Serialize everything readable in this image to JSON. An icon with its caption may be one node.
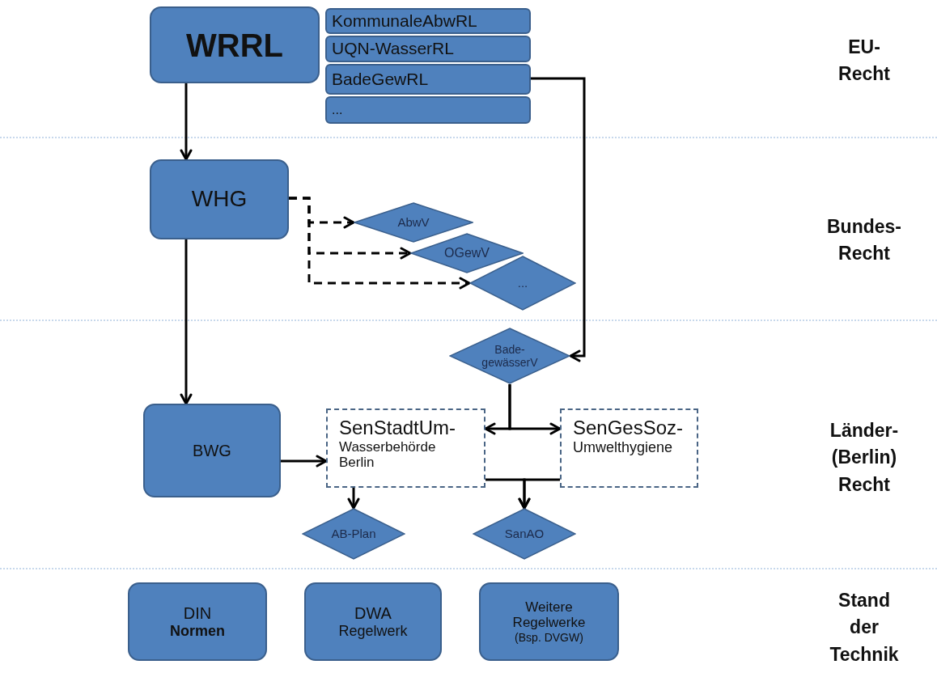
{
  "diagram": {
    "nodes": [
      {
        "text": [
          "WRRL"
        ]
      },
      {
        "text": [
          "KommunaleAbwRL"
        ]
      },
      {
        "text": [
          "UQN-WasserRL"
        ]
      },
      {
        "text": [
          "BadeGewRL"
        ]
      },
      {
        "text": [
          "..."
        ]
      },
      {
        "text": [
          "WHG"
        ]
      },
      {
        "text": [
          "AbwV"
        ]
      },
      {
        "text": [
          "OGewV"
        ]
      },
      {
        "text": [
          "..."
        ]
      },
      {
        "text": [
          "Bade- gewässerV"
        ]
      },
      {
        "text": [
          "BWG"
        ]
      },
      {
        "text": [
          "SenStadtUm-",
          "Wasserbehörde Berlin"
        ]
      },
      {
        "text": [
          "SenGesSoz-",
          "Umwelthygiene"
        ]
      },
      {
        "text": [
          "AB-Plan"
        ]
      },
      {
        "text": [
          "SanAO"
        ]
      },
      {
        "text": [
          "DIN",
          "Normen"
        ]
      },
      {
        "text": [
          "DWA",
          "Regelwerk"
        ]
      },
      {
        "text": [
          "Weitere Regelwerke",
          "(Bsp. DVGW)"
        ]
      }
    ],
    "edges": [
      {
        "from": 0,
        "to": 5,
        "arrow": "to"
      },
      {
        "from": 5,
        "to": 10,
        "arrow": "to"
      },
      {
        "from": 3,
        "to": 9,
        "arrow": "to"
      },
      {
        "from": 5,
        "to": 6,
        "arrow": "to",
        "style": "dashed"
      },
      {
        "from": 5,
        "to": 7,
        "arrow": "to",
        "style": "dashed"
      },
      {
        "from": 5,
        "to": 8,
        "arrow": "to",
        "style": "dashed"
      },
      {
        "from": 9,
        "to": 11,
        "arrow": "to"
      },
      {
        "from": 9,
        "to": 12,
        "arrow": "to"
      },
      {
        "from": 10,
        "to": 11,
        "arrow": "to"
      },
      {
        "from": 11,
        "to": 13,
        "arrow": "to"
      },
      {
        "from": 11,
        "to": 14,
        "arrow": "to"
      },
      {
        "from": 12,
        "to": 14,
        "arrow": "to"
      }
    ],
    "labels": [
      "EU- Recht",
      "Bundes- Recht",
      "Länder- (Berlin) Recht",
      "Stand der Technik"
    ]
  }
}
